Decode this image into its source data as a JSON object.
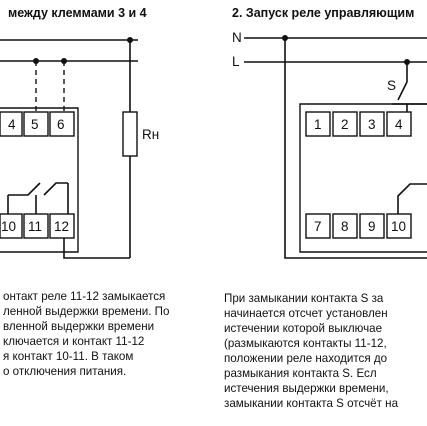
{
  "left_panel": {
    "title": "между  клеммами 3 и 4",
    "top_terminals": [
      "4",
      "5",
      "6"
    ],
    "bottom_terminals": [
      "10",
      "11",
      "12"
    ],
    "load_label": "Rн",
    "description": [
      "онтакт реле 11-12 замыкается",
      "ленной выдержки времени. По",
      "вленной выдержки времени",
      "ключается и контакт 11-12",
      "я контакт 10-11. В таком",
      "о отключения питания."
    ]
  },
  "right_panel": {
    "title": "2. Запуск реле управляющим",
    "line_n": "N",
    "line_l": "L",
    "switch_label": "S",
    "top_terminals": [
      "1",
      "2",
      "3",
      "4"
    ],
    "bottom_terminals": [
      "7",
      "8",
      "9",
      "10"
    ],
    "description": [
      "При замыкании контакта S за",
      "начинается отсчет установлен",
      "истечении которой выключае",
      "(размыкаются контакты 11-12,",
      "положении реле находится до",
      "размыкания контакта S. Есл",
      "истечения выдержки времени,",
      "замыкании контакта S отсчёт на"
    ]
  }
}
